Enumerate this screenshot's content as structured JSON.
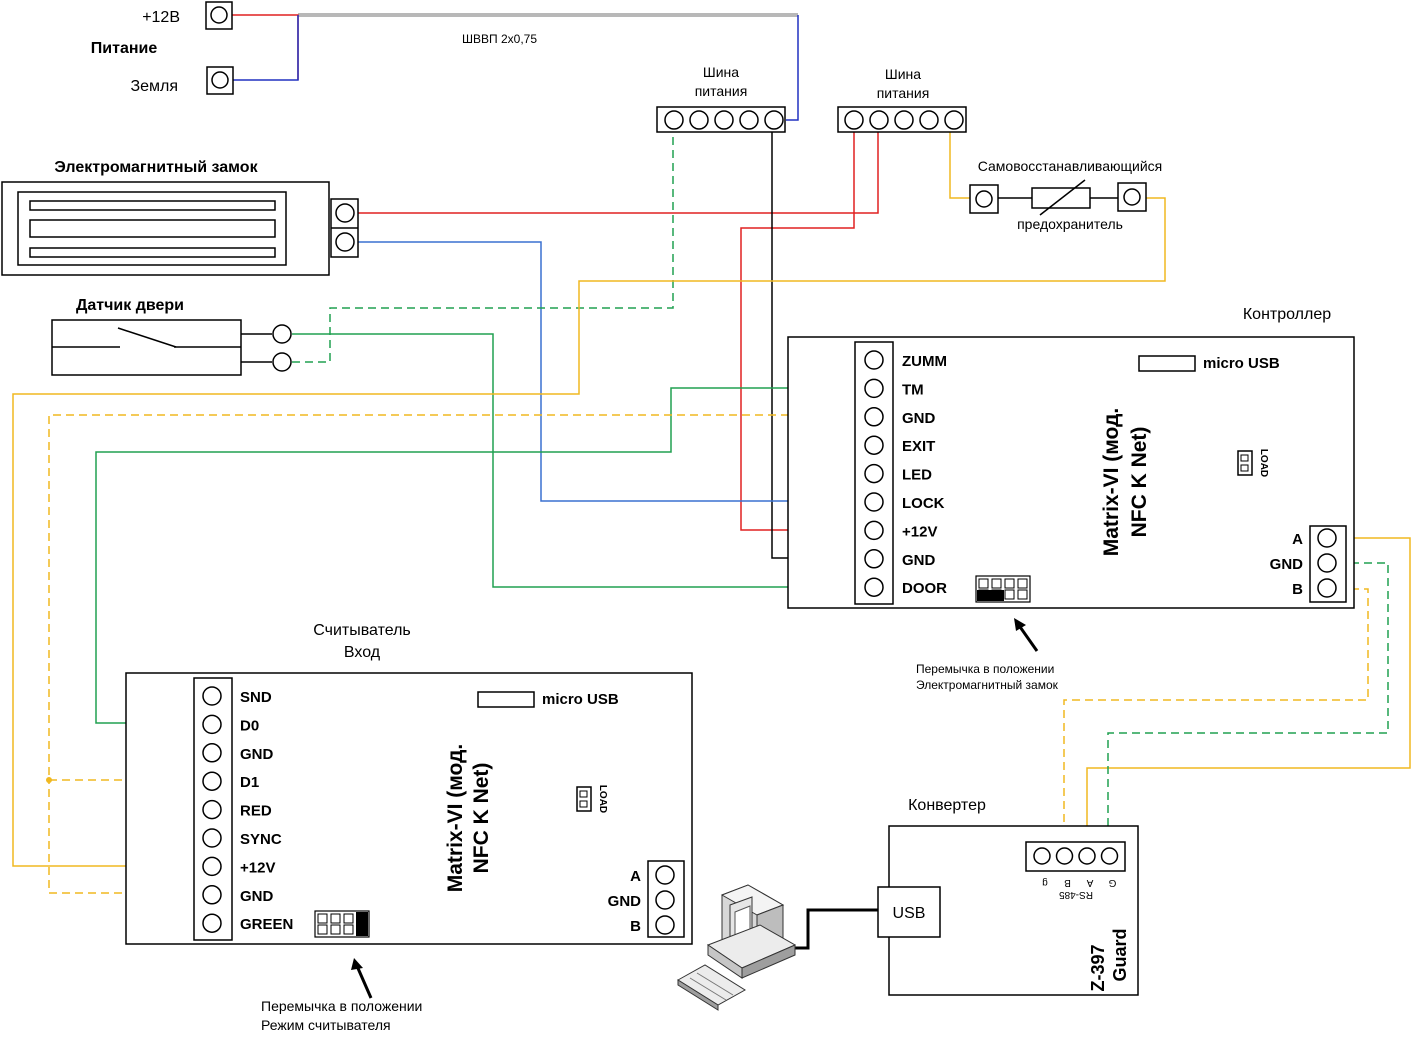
{
  "power": {
    "plus12_label": "+12В",
    "title": "Питание",
    "ground_label": "Земля",
    "cable_label": "ШВВП 2х0,75"
  },
  "bus1": {
    "label_line1": "Шина",
    "label_line2": "питания"
  },
  "bus2": {
    "label_line1": "Шина",
    "label_line2": "питания"
  },
  "fuse": {
    "label_line1": "Самовосстанавливающийся",
    "label_line2": "предохранитель"
  },
  "lock": {
    "title": "Электромагнитный замок"
  },
  "door_sensor": {
    "title": "Датчик двери"
  },
  "controller": {
    "title": "Контроллер",
    "model_line1": "Matrix-VI (мод.",
    "model_line2": "NFC K Net)",
    "usb_label": "micro USB",
    "load_label": "LOAD",
    "terminals": [
      "ZUMM",
      "TM",
      "GND",
      "EXIT",
      "LED",
      "LOCK",
      "+12V",
      "GND",
      "DOOR"
    ],
    "rs_terminals": [
      "A",
      "GND",
      "B"
    ],
    "jumper_note_line1": "Перемычка в положении",
    "jumper_note_line2": "Электромагнитный замок"
  },
  "reader": {
    "title_line1": "Считыватель",
    "title_line2": "Вход",
    "model_line1": "Matrix-VI (мод.",
    "model_line2": "NFC K Net)",
    "usb_label": "micro USB",
    "load_label": "LOAD",
    "terminals": [
      "SND",
      "D0",
      "GND",
      "D1",
      "RED",
      "SYNC",
      "+12V",
      "GND",
      "GREEN"
    ],
    "rs_terminals": [
      "A",
      "GND",
      "B"
    ],
    "jumper_note_line1": "Перемычка в положении",
    "jumper_note_line2": "Режим считывателя"
  },
  "converter": {
    "title": "Конвертер",
    "usb_label": "USB",
    "model_line1": "Z-397",
    "model_line2": "Guard",
    "pins": [
      "g",
      "B",
      "A",
      "G"
    ],
    "bus_label": "RS-485"
  },
  "colors": {
    "red": "#e02020",
    "blue": "#2030c0",
    "green": "#20a050",
    "yellow": "#f0b820",
    "black": "#000000",
    "gray": "#b8b8b8",
    "light_blue": "#3a70d0"
  }
}
